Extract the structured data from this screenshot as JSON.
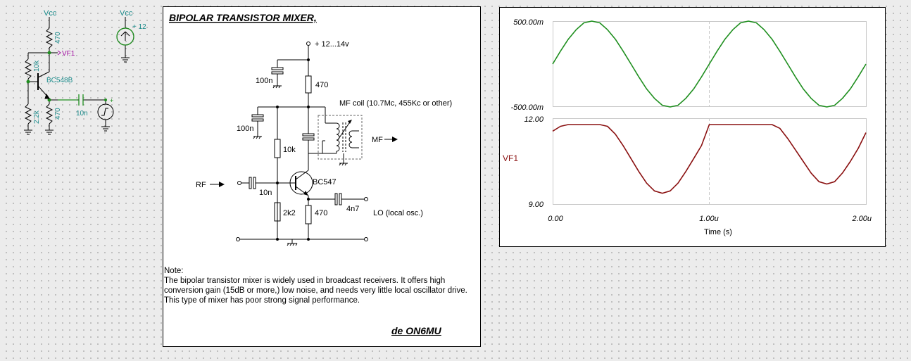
{
  "mini_circuit": {
    "vcc1": "Vcc",
    "vcc2": "Vcc",
    "r_top": "470",
    "vf1": "VF1",
    "r_bias_top": "10k",
    "transistor": "BC548B",
    "cap": "10n",
    "r_bias_bot": "2.2k",
    "r_emitter": "470",
    "supply_value": "+ 12"
  },
  "diagram": {
    "title": "BIPOLAR TRANSISTOR MIXER,",
    "supply": "+ 12...14v",
    "c_top": "100n",
    "r_collector": "470",
    "coil": "MF coil (10.7Mc, 455Kc or other)",
    "c_left": "100n",
    "r_bias_top": "10k",
    "mf_out": "MF",
    "rf_in": "RF",
    "c_in": "10n",
    "transistor": "BC547",
    "c_lo": "4n7",
    "lo": "LO (local osc.)",
    "r_bias_bot": "2k2",
    "r_emitter": "470",
    "note_head": "Note:",
    "note_body": "The bipolar transistor mixer is widely used in broadcast receivers. It offers high conversion gain (15dB or more,) low noise, and needs very little local oscillator drive. This type of mixer has poor strong signal performance.",
    "signature": "de ON6MU"
  },
  "chart_data": {
    "type": "line",
    "xlabel": "Time (s)",
    "x_ticks": [
      "0.00",
      "1.00u",
      "2.00u"
    ],
    "x_range": [
      0,
      2
    ],
    "top_plot": {
      "y_ticks": [
        "500.00m",
        "-500.00m"
      ],
      "y_range": [
        -0.5,
        0.5
      ],
      "color": "#1f8f1f",
      "series": {
        "x": [
          0,
          0.05,
          0.1,
          0.15,
          0.2,
          0.25,
          0.3,
          0.35,
          0.4,
          0.45,
          0.5,
          0.55,
          0.6,
          0.65,
          0.7,
          0.75,
          0.8,
          0.85,
          0.9,
          0.95,
          1.0,
          1.05,
          1.1,
          1.15,
          1.2,
          1.25,
          1.3,
          1.35,
          1.4,
          1.45,
          1.5,
          1.55,
          1.6,
          1.65,
          1.7,
          1.75,
          1.8,
          1.85,
          1.9,
          1.95,
          2.0
        ],
        "y": [
          0.0,
          0.15,
          0.29,
          0.4,
          0.48,
          0.5,
          0.48,
          0.4,
          0.29,
          0.15,
          0.0,
          -0.15,
          -0.29,
          -0.4,
          -0.48,
          -0.5,
          -0.48,
          -0.4,
          -0.29,
          -0.15,
          0.0,
          0.15,
          0.29,
          0.4,
          0.48,
          0.5,
          0.48,
          0.4,
          0.29,
          0.15,
          0.0,
          -0.15,
          -0.29,
          -0.4,
          -0.48,
          -0.5,
          -0.48,
          -0.4,
          -0.29,
          -0.15,
          0.0
        ]
      }
    },
    "bottom_plot": {
      "y_ticks": [
        "12.00",
        "9.00"
      ],
      "y_range": [
        9,
        12
      ],
      "ylabel": "VF1",
      "color": "#8a1010",
      "series": {
        "x": [
          0,
          0.05,
          0.1,
          0.15,
          0.2,
          0.25,
          0.3,
          0.35,
          0.4,
          0.45,
          0.5,
          0.55,
          0.6,
          0.65,
          0.7,
          0.75,
          0.8,
          0.85,
          0.9,
          0.95,
          1.0,
          1.05,
          1.1,
          1.15,
          1.2,
          1.25,
          1.3,
          1.35,
          1.4,
          1.45,
          1.5,
          1.55,
          1.6,
          1.65,
          1.7,
          1.75,
          1.8,
          1.85,
          1.9,
          1.95,
          2.0
        ],
        "y": [
          11.55,
          11.72,
          11.78,
          11.78,
          11.78,
          11.78,
          11.78,
          11.72,
          11.45,
          11.05,
          10.6,
          10.15,
          9.75,
          9.48,
          9.4,
          9.48,
          9.75,
          10.15,
          10.6,
          11.05,
          11.78,
          11.78,
          11.78,
          11.78,
          11.78,
          11.78,
          11.78,
          11.78,
          11.78,
          11.65,
          11.3,
          10.9,
          10.5,
          10.1,
          9.8,
          9.72,
          9.8,
          10.1,
          10.5,
          10.95,
          11.5
        ]
      }
    }
  }
}
